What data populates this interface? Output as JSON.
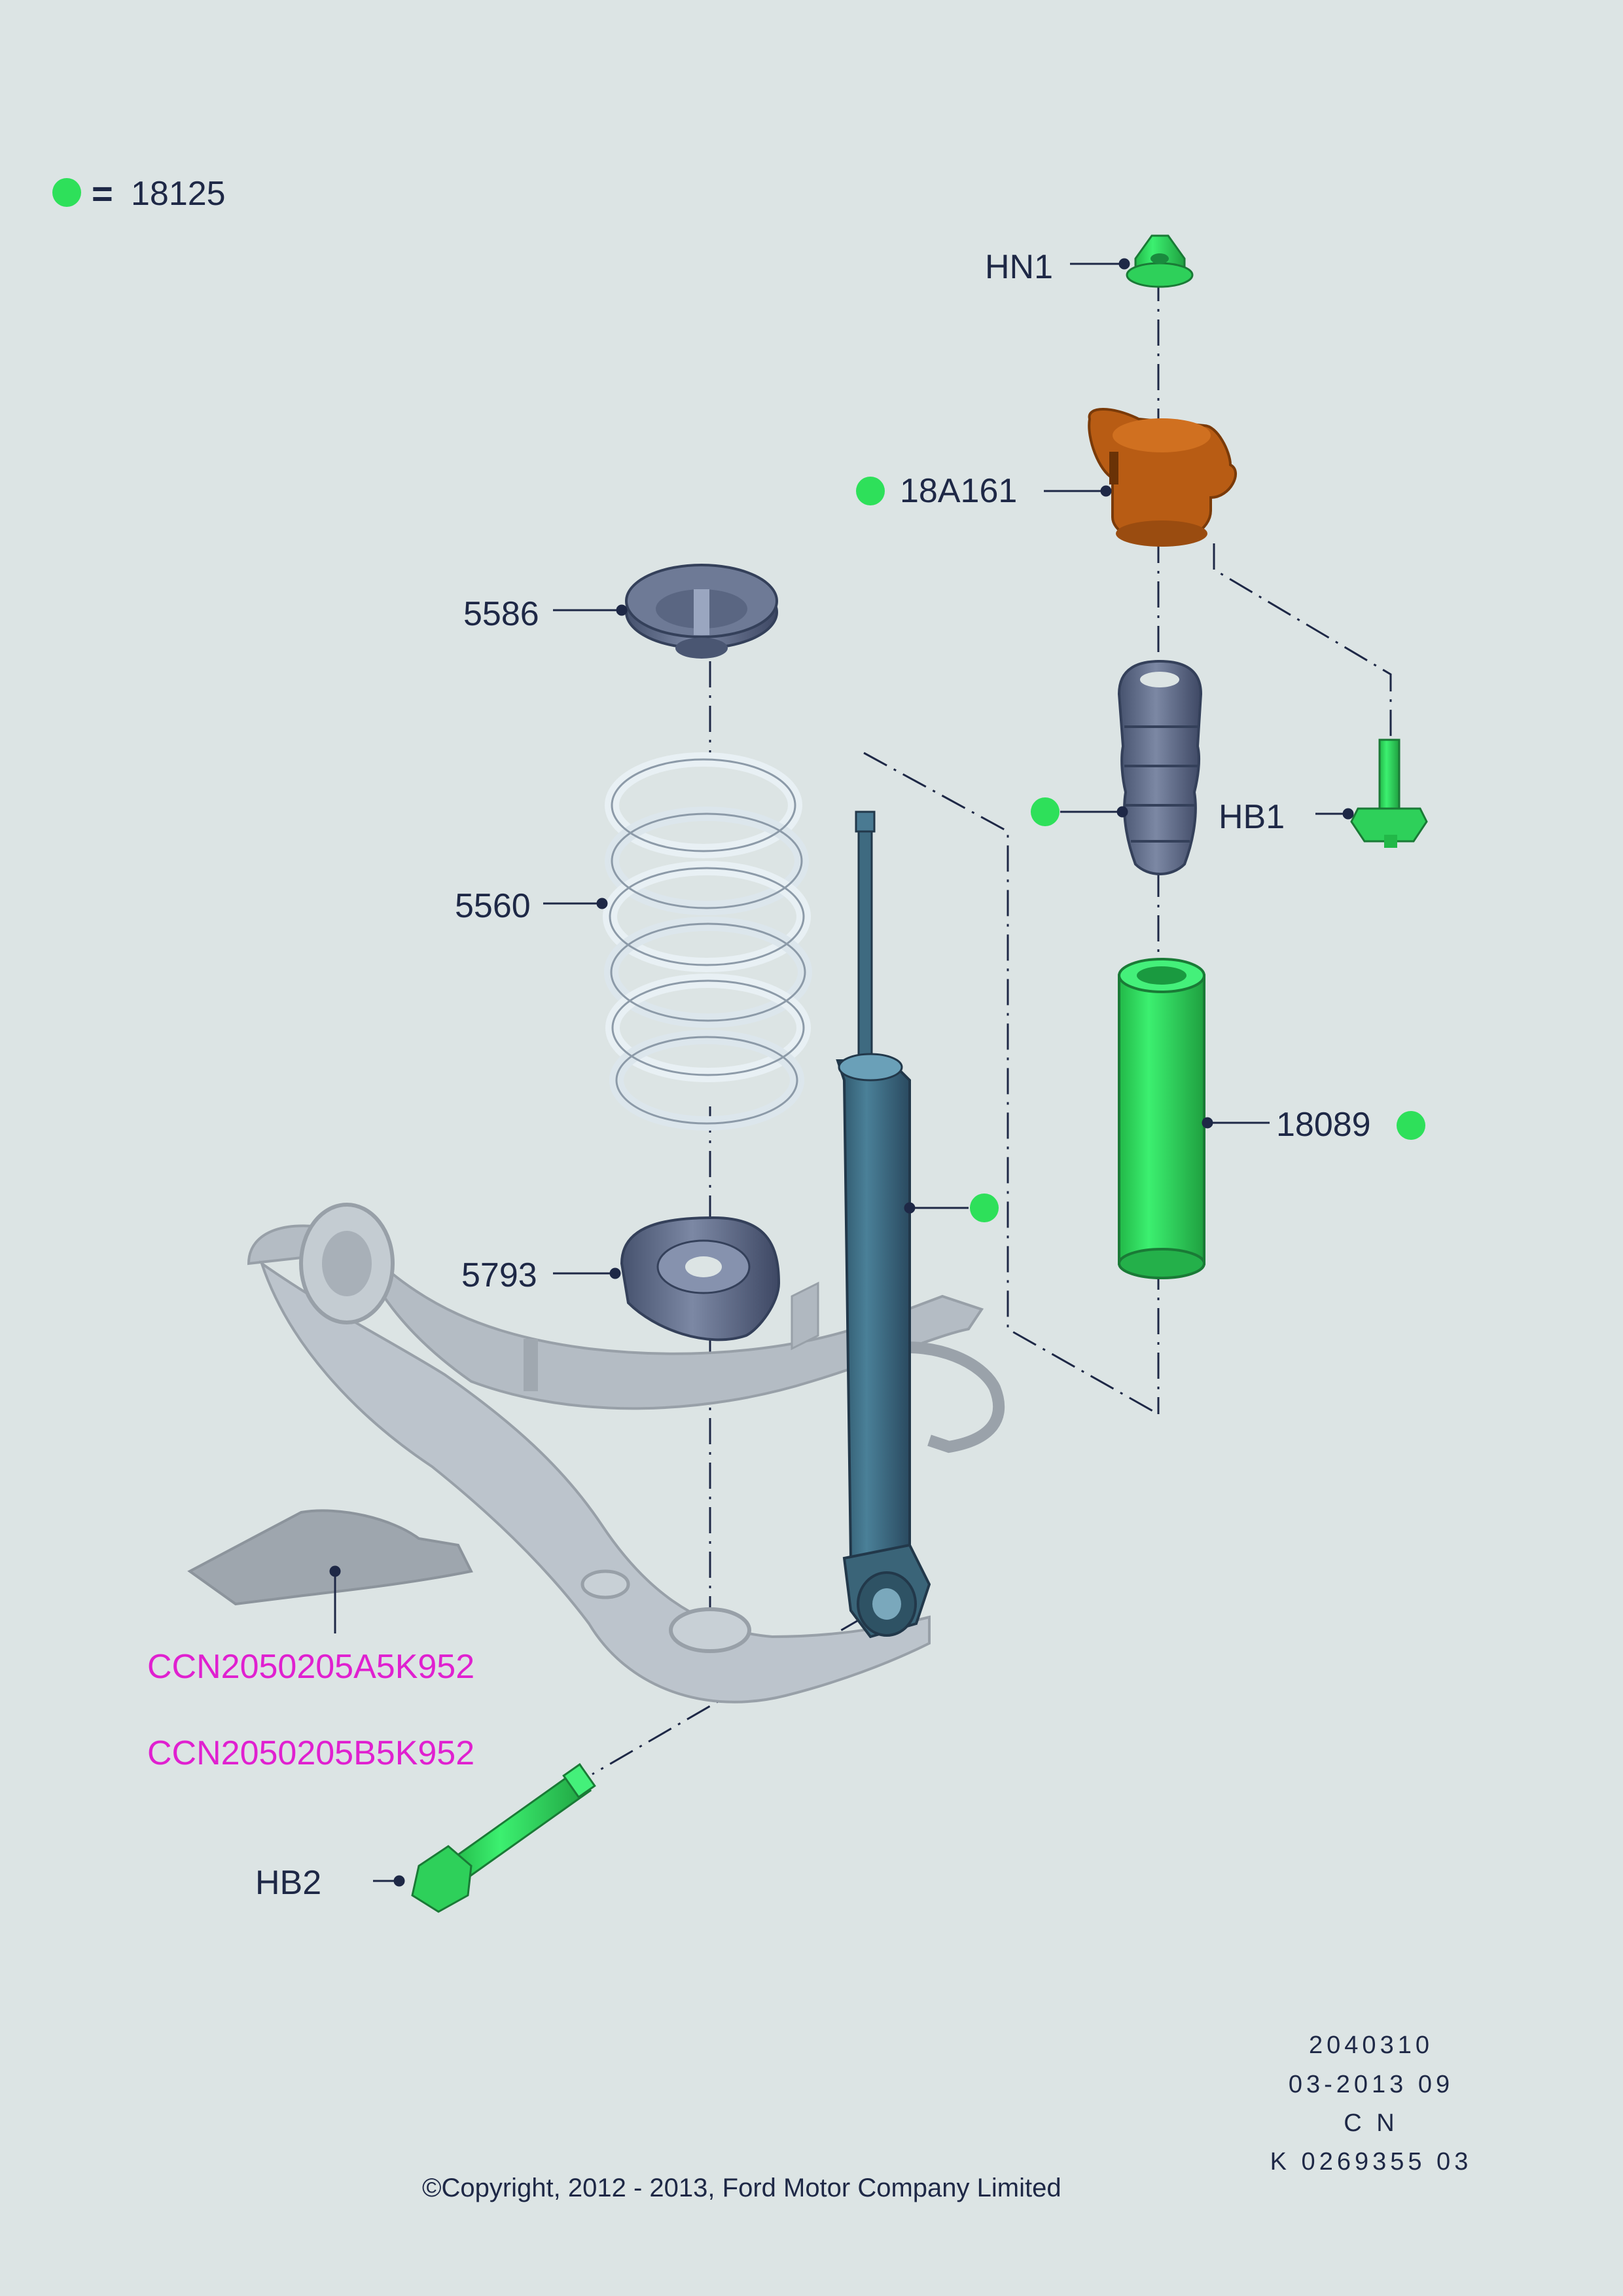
{
  "legend": {
    "symbol_color": "#2ee05a",
    "equals": "=",
    "part_number": "18125"
  },
  "callouts": {
    "hn1": "HN1",
    "mount": "18A161",
    "seat_upper": "5586",
    "spring": "5560",
    "seat_lower": "5793",
    "hb1": "HB1",
    "boot": "18089",
    "hb2": "HB2",
    "arm_a": "CCN2050205A5K952",
    "arm_b": "CCN2050205B5K952"
  },
  "info_block": {
    "line1": "2040310",
    "line2": "03-2013 09",
    "line3": "C N",
    "line4": "K 0269355 03"
  },
  "copyright": "©Copyright, 2012 - 2013, Ford Motor Company Limited",
  "colors": {
    "background": "#dce4e4",
    "label_text": "#1e2846",
    "variant_text": "#e020d0",
    "highlight_green": "#2ee05a",
    "mount_orange": "#b85c14",
    "shock_blue": "#3e6a80",
    "slate_part": "#5c6a88",
    "arm_grey": "#a8b0b8"
  }
}
